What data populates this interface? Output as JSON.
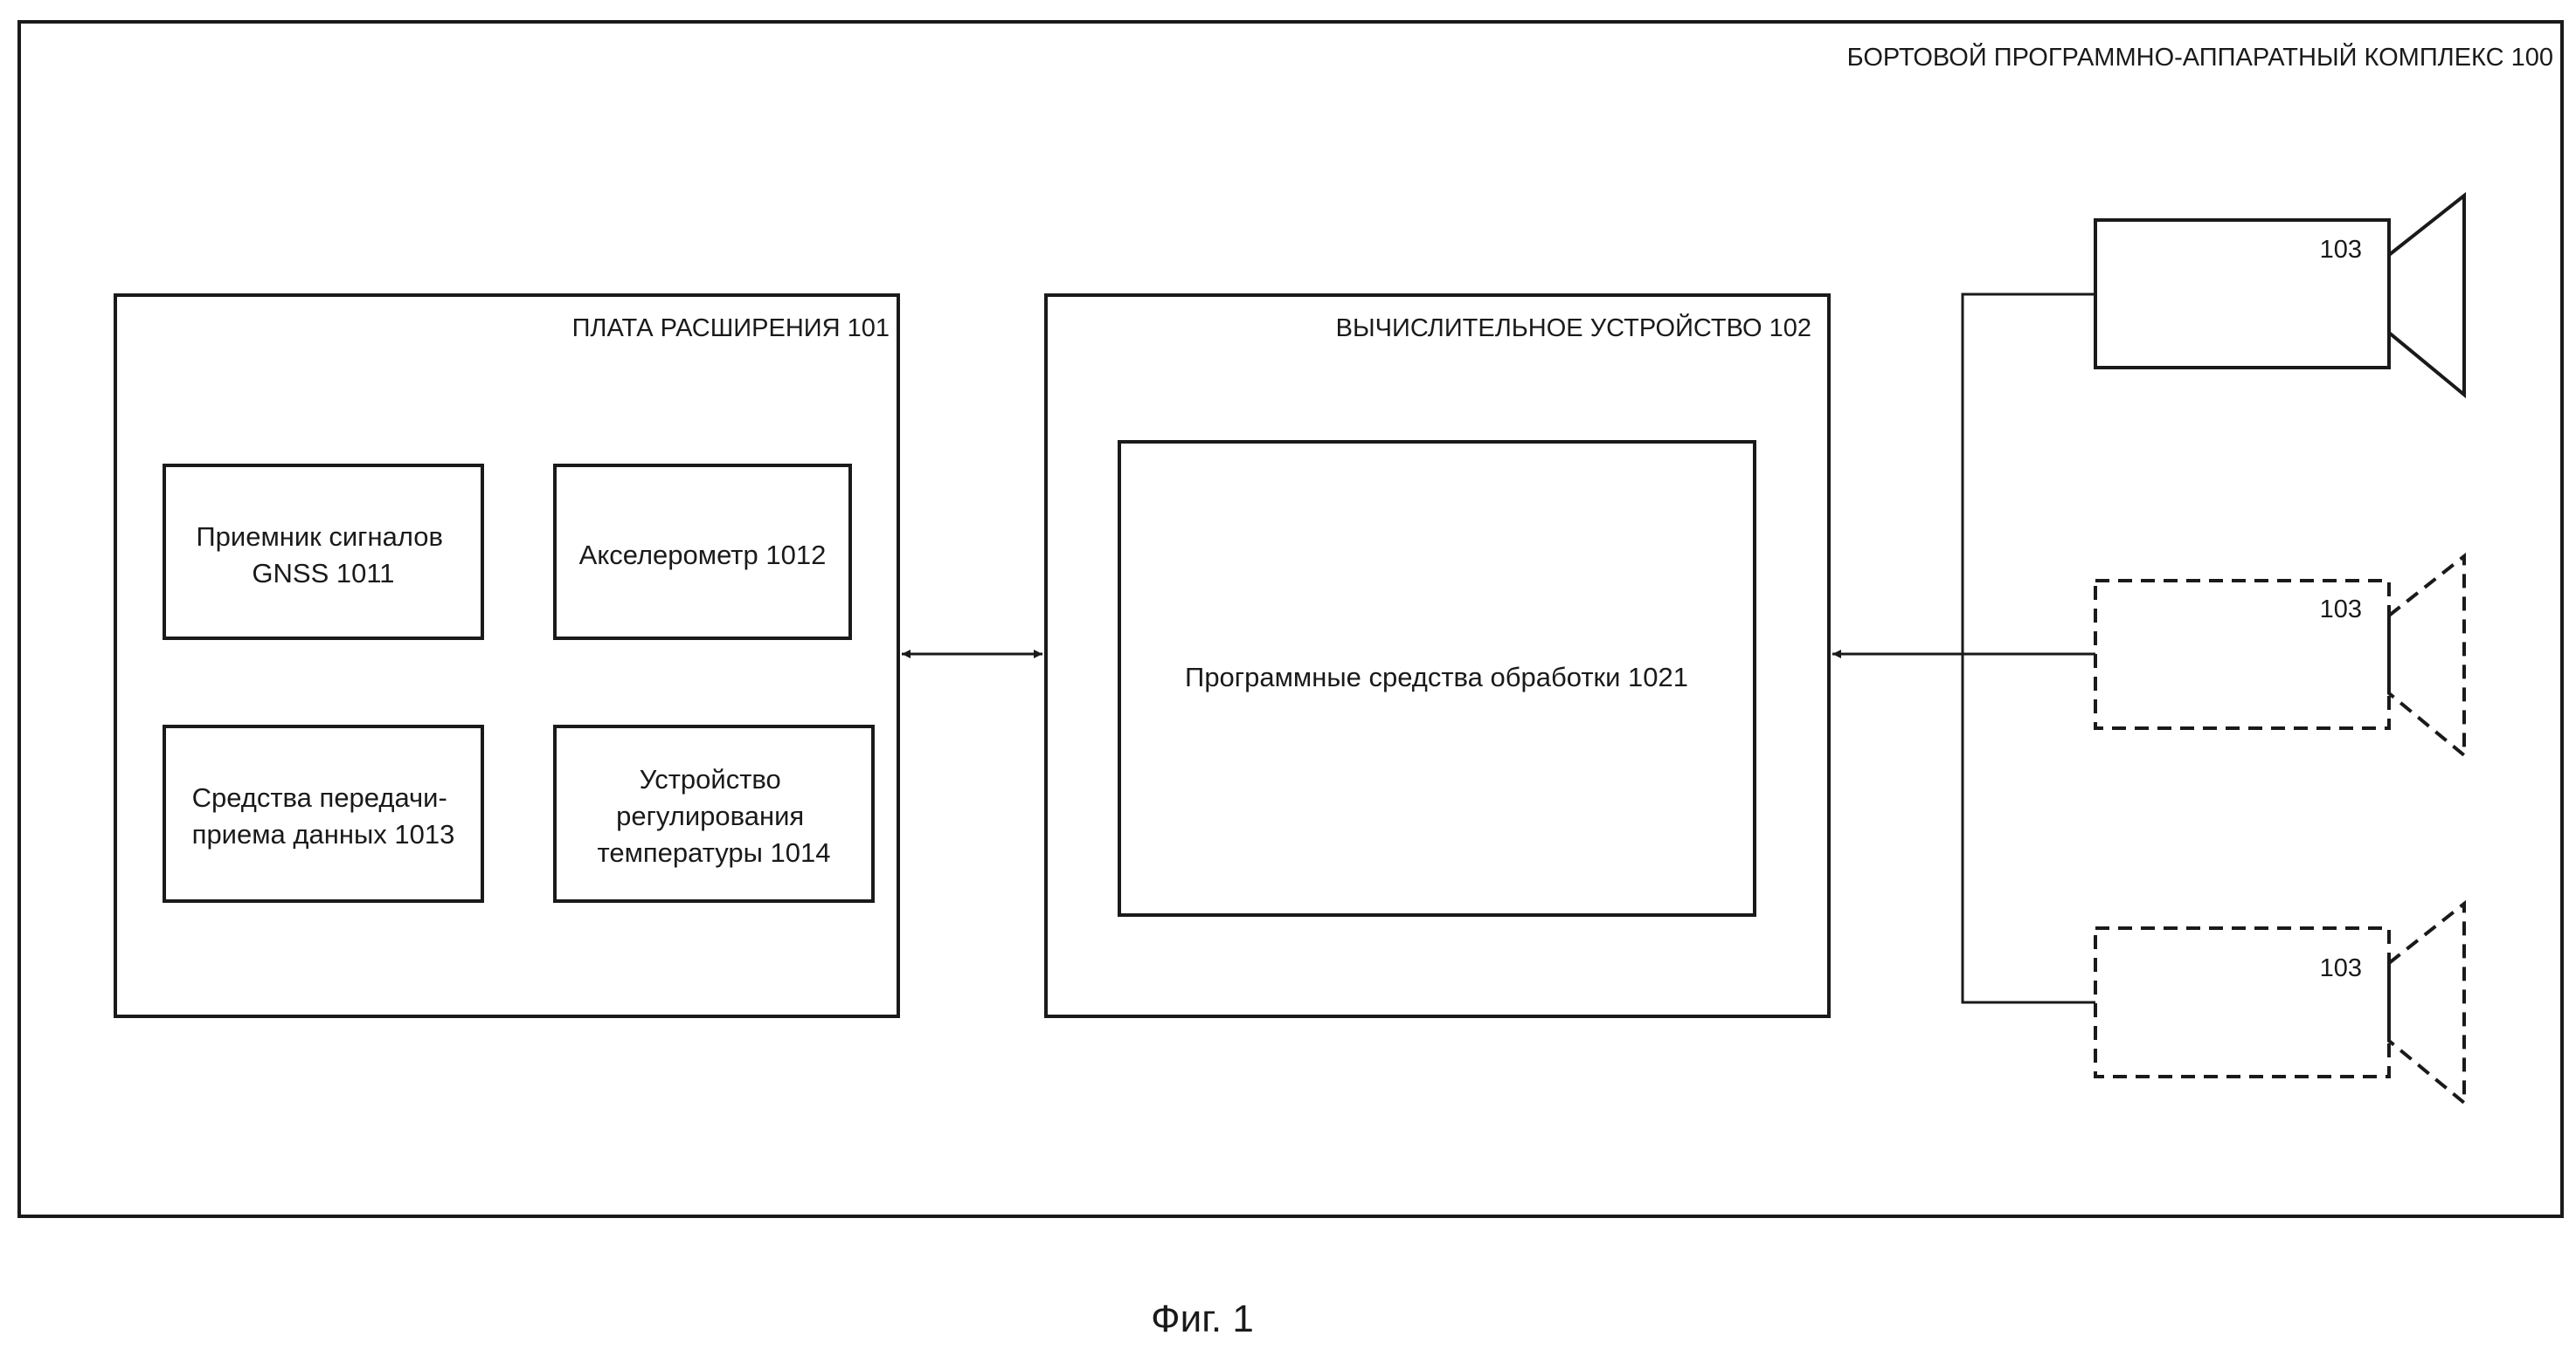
{
  "complex_label": "БОРТОВОЙ ПРОГРАММНО-АППАРАТНЫЙ КОМПЛЕКС 100",
  "board": {
    "label": "ПЛАТА РАСШИРЕНИЯ 101",
    "gnss": [
      "Приемник сигналов",
      "GNSS 1011"
    ],
    "accelerometer": [
      "Акселерометр 1012"
    ],
    "data_transfer": [
      "Средства передачи-",
      "приема данных 1013"
    ],
    "temp_control": [
      "Устройство",
      "регулирования",
      "температуры 1014"
    ]
  },
  "compute": {
    "label": "ВЫЧИСЛИТЕЛЬНОЕ УСТРОЙСТВО 102",
    "software": [
      "Программные средства обработки 1021"
    ]
  },
  "cameras": [
    {
      "label": "103",
      "style": "solid"
    },
    {
      "label": "103",
      "style": "dashed"
    },
    {
      "label": "103",
      "style": "dashed"
    }
  ],
  "caption": "Фиг. 1",
  "colors": {
    "line": "#1a1a1a",
    "background": "#ffffff"
  }
}
